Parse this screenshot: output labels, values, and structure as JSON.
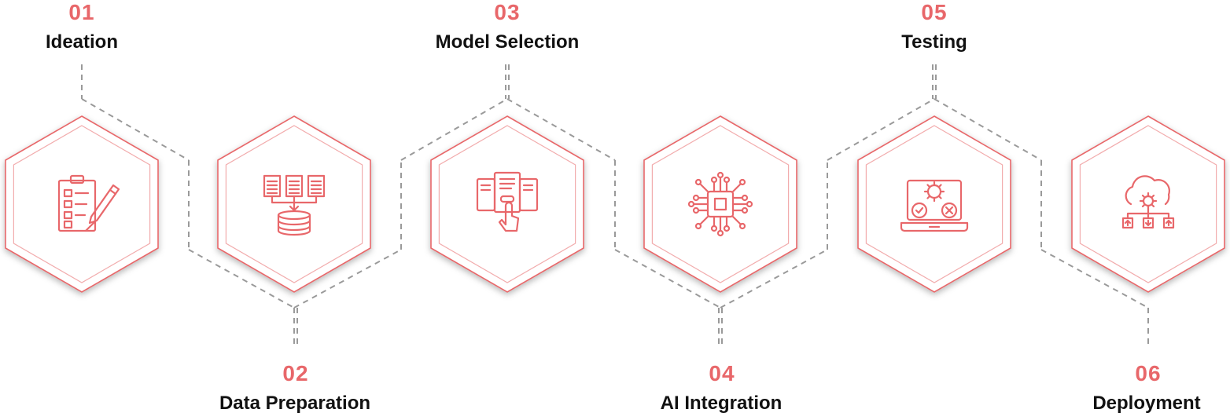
{
  "colors": {
    "accent": "#e8676a",
    "connector": "#9a9a9a",
    "text": "#111111"
  },
  "steps": [
    {
      "number": "01",
      "label": "Ideation",
      "icon": "clipboard-checklist-pen-icon",
      "position": "top"
    },
    {
      "number": "02",
      "label": "Data Preparation",
      "icon": "data-files-database-icon",
      "position": "bottom"
    },
    {
      "number": "03",
      "label": "Model Selection",
      "icon": "model-cards-select-hand-icon",
      "position": "top"
    },
    {
      "number": "04",
      "label": "AI Integration",
      "icon": "ai-chip-circuit-icon",
      "position": "bottom"
    },
    {
      "number": "05",
      "label": "Testing",
      "icon": "laptop-gear-check-cross-icon",
      "position": "top"
    },
    {
      "number": "06",
      "label": "Deployment",
      "icon": "cloud-gear-deploy-icon",
      "position": "bottom"
    }
  ]
}
